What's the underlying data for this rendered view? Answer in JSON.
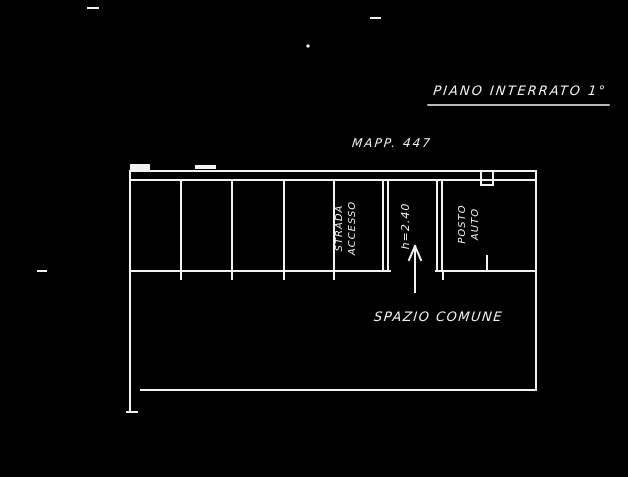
{
  "page": {
    "background": "#000000",
    "ink": "#ffffff",
    "kind": "scanned cadastral floor plan"
  },
  "title": {
    "text": "PIANO INTERRATO 1°"
  },
  "parcel": {
    "text": "MAPP. 447"
  },
  "labels": {
    "room_left_line1": "STRADA",
    "room_left_line2": "ACCESSO",
    "corridor_height": "h=2.40",
    "room_right_line1": "POSTO",
    "room_right_line2": "AUTO",
    "common_space": "SPAZIO COMUNE"
  }
}
